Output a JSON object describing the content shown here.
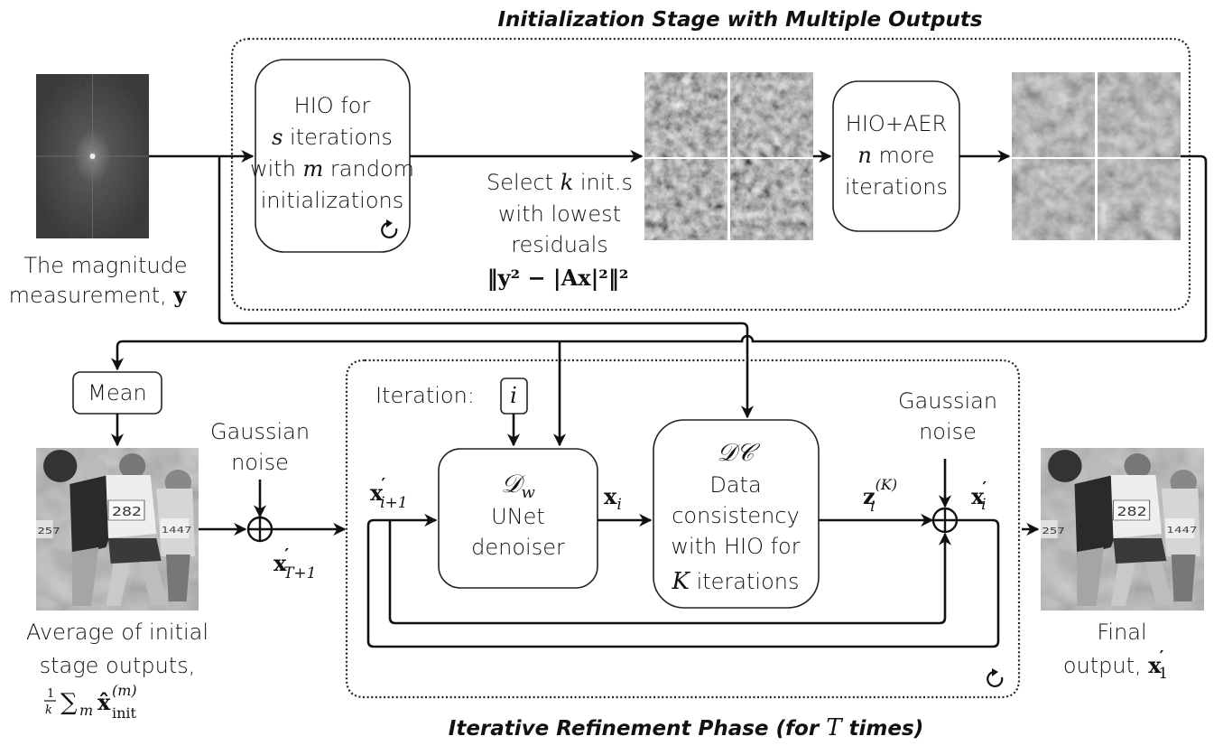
{
  "init_stage": {
    "title": "Initialization Stage with Multiple Outputs",
    "hio_box": {
      "line1": "HIO for",
      "line2_var": "s",
      "line2_text": " iterations",
      "line3_pre": "with ",
      "line3_var": "m",
      "line3_post": " random",
      "line4": "initializations",
      "loop_icon": "refresh-icon"
    },
    "select_label": {
      "line1_pre": "Select ",
      "line1_var": "k",
      "line1_post": " init.s",
      "line2": "with lowest",
      "line3": "residuals",
      "formula": "‖y² − |Ax|²‖²"
    },
    "hio_aer_box": {
      "line1": "HIO+AER",
      "line2_var": "n",
      "line2_text": " more",
      "line3": "iterations"
    },
    "candidate_count": 4,
    "refined_count": 4
  },
  "measurement": {
    "caption_line1": "The magnitude",
    "caption_line2": "measurement, ",
    "caption_var": "y"
  },
  "mean_box": {
    "label": "Mean"
  },
  "average": {
    "caption_line1": "Average of initial",
    "caption_line2": "stage outputs,",
    "formula_frac": "1",
    "formula_den": "k",
    "formula_sum": "∑",
    "formula_sub": "m",
    "formula_x": "x̂",
    "formula_sup": "(m)",
    "formula_subscript": "init"
  },
  "noise_left": {
    "line1": "Gaussian",
    "line2": "noise"
  },
  "x_T1_label": {
    "base": "x",
    "prime": "′",
    "sub": "T+1"
  },
  "refine_phase": {
    "title_pre": "Iterative Refinement Phase (for ",
    "title_var": "T",
    "title_post": " times)",
    "iteration_label": "Iteration:",
    "iteration_var": "i",
    "x_in_label": {
      "base": "x",
      "prime": "′",
      "sub": "i+1"
    },
    "denoiser_box": {
      "symbol": "𝒟",
      "symbol_sub": "w",
      "line2": "UNet",
      "line3": "denoiser"
    },
    "xi_label": {
      "base": "x",
      "sub": "i"
    },
    "dc_box": {
      "symbol": "𝒟𝒞",
      "line2": "Data",
      "line3": "consistency",
      "line4": "with HIO for",
      "line5_var": "K",
      "line5_text": " iterations"
    },
    "z_label": {
      "base": "z",
      "sub": "i",
      "sup": "(K)"
    },
    "noise": {
      "line1": "Gaussian",
      "line2": "noise"
    },
    "x_out_label": {
      "base": "x",
      "prime": "′",
      "sub": "i"
    },
    "loop_icon": "refresh-icon"
  },
  "final": {
    "caption_line1": "Final",
    "caption_line2": "output, ",
    "var_base": "x",
    "var_prime": "′",
    "var_sub": "1"
  }
}
